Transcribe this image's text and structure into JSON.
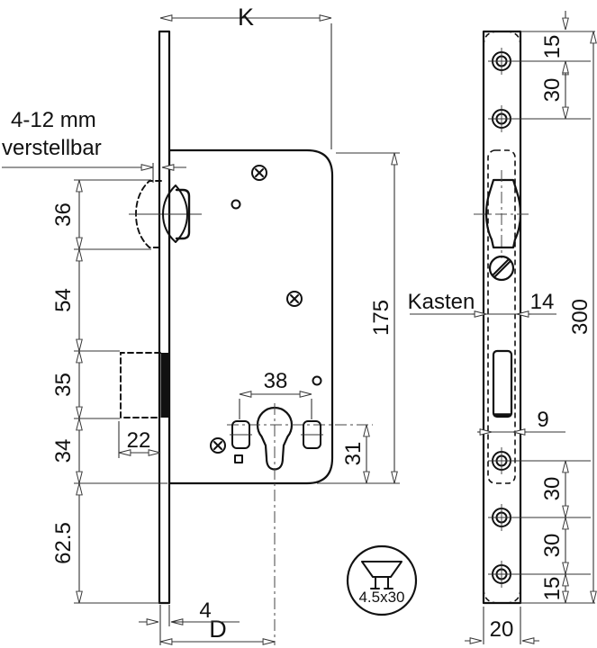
{
  "drawing": {
    "side_view": {
      "k_label": "K",
      "d_label": "D",
      "adjustable_note_line1": "4-12 mm",
      "adjustable_note_line2": "verstellbar",
      "chain_dims": [
        "36",
        "54",
        "35",
        "34",
        "62.5"
      ],
      "deadbolt_width": "22",
      "follower_spacing": "38",
      "cylinder_to_bottom": "31",
      "body_height": "175",
      "faceplate_thickness": "4"
    },
    "front_view": {
      "kasten_label": "Kasten",
      "kasten_width": "14",
      "plate_length": "300",
      "top_edge_to_hole": "15",
      "top_hole_spacing": "30",
      "deadbolt_slot_width": "9",
      "bottom_hole_spacing_1": "30",
      "bottom_hole_spacing_2": "30",
      "bottom_hole_to_edge": "15",
      "plate_width": "20"
    },
    "screw_badge": {
      "size": "4.5x30"
    },
    "colors": {
      "line": "#111111",
      "dim": "#333333",
      "background": "#ffffff"
    }
  }
}
